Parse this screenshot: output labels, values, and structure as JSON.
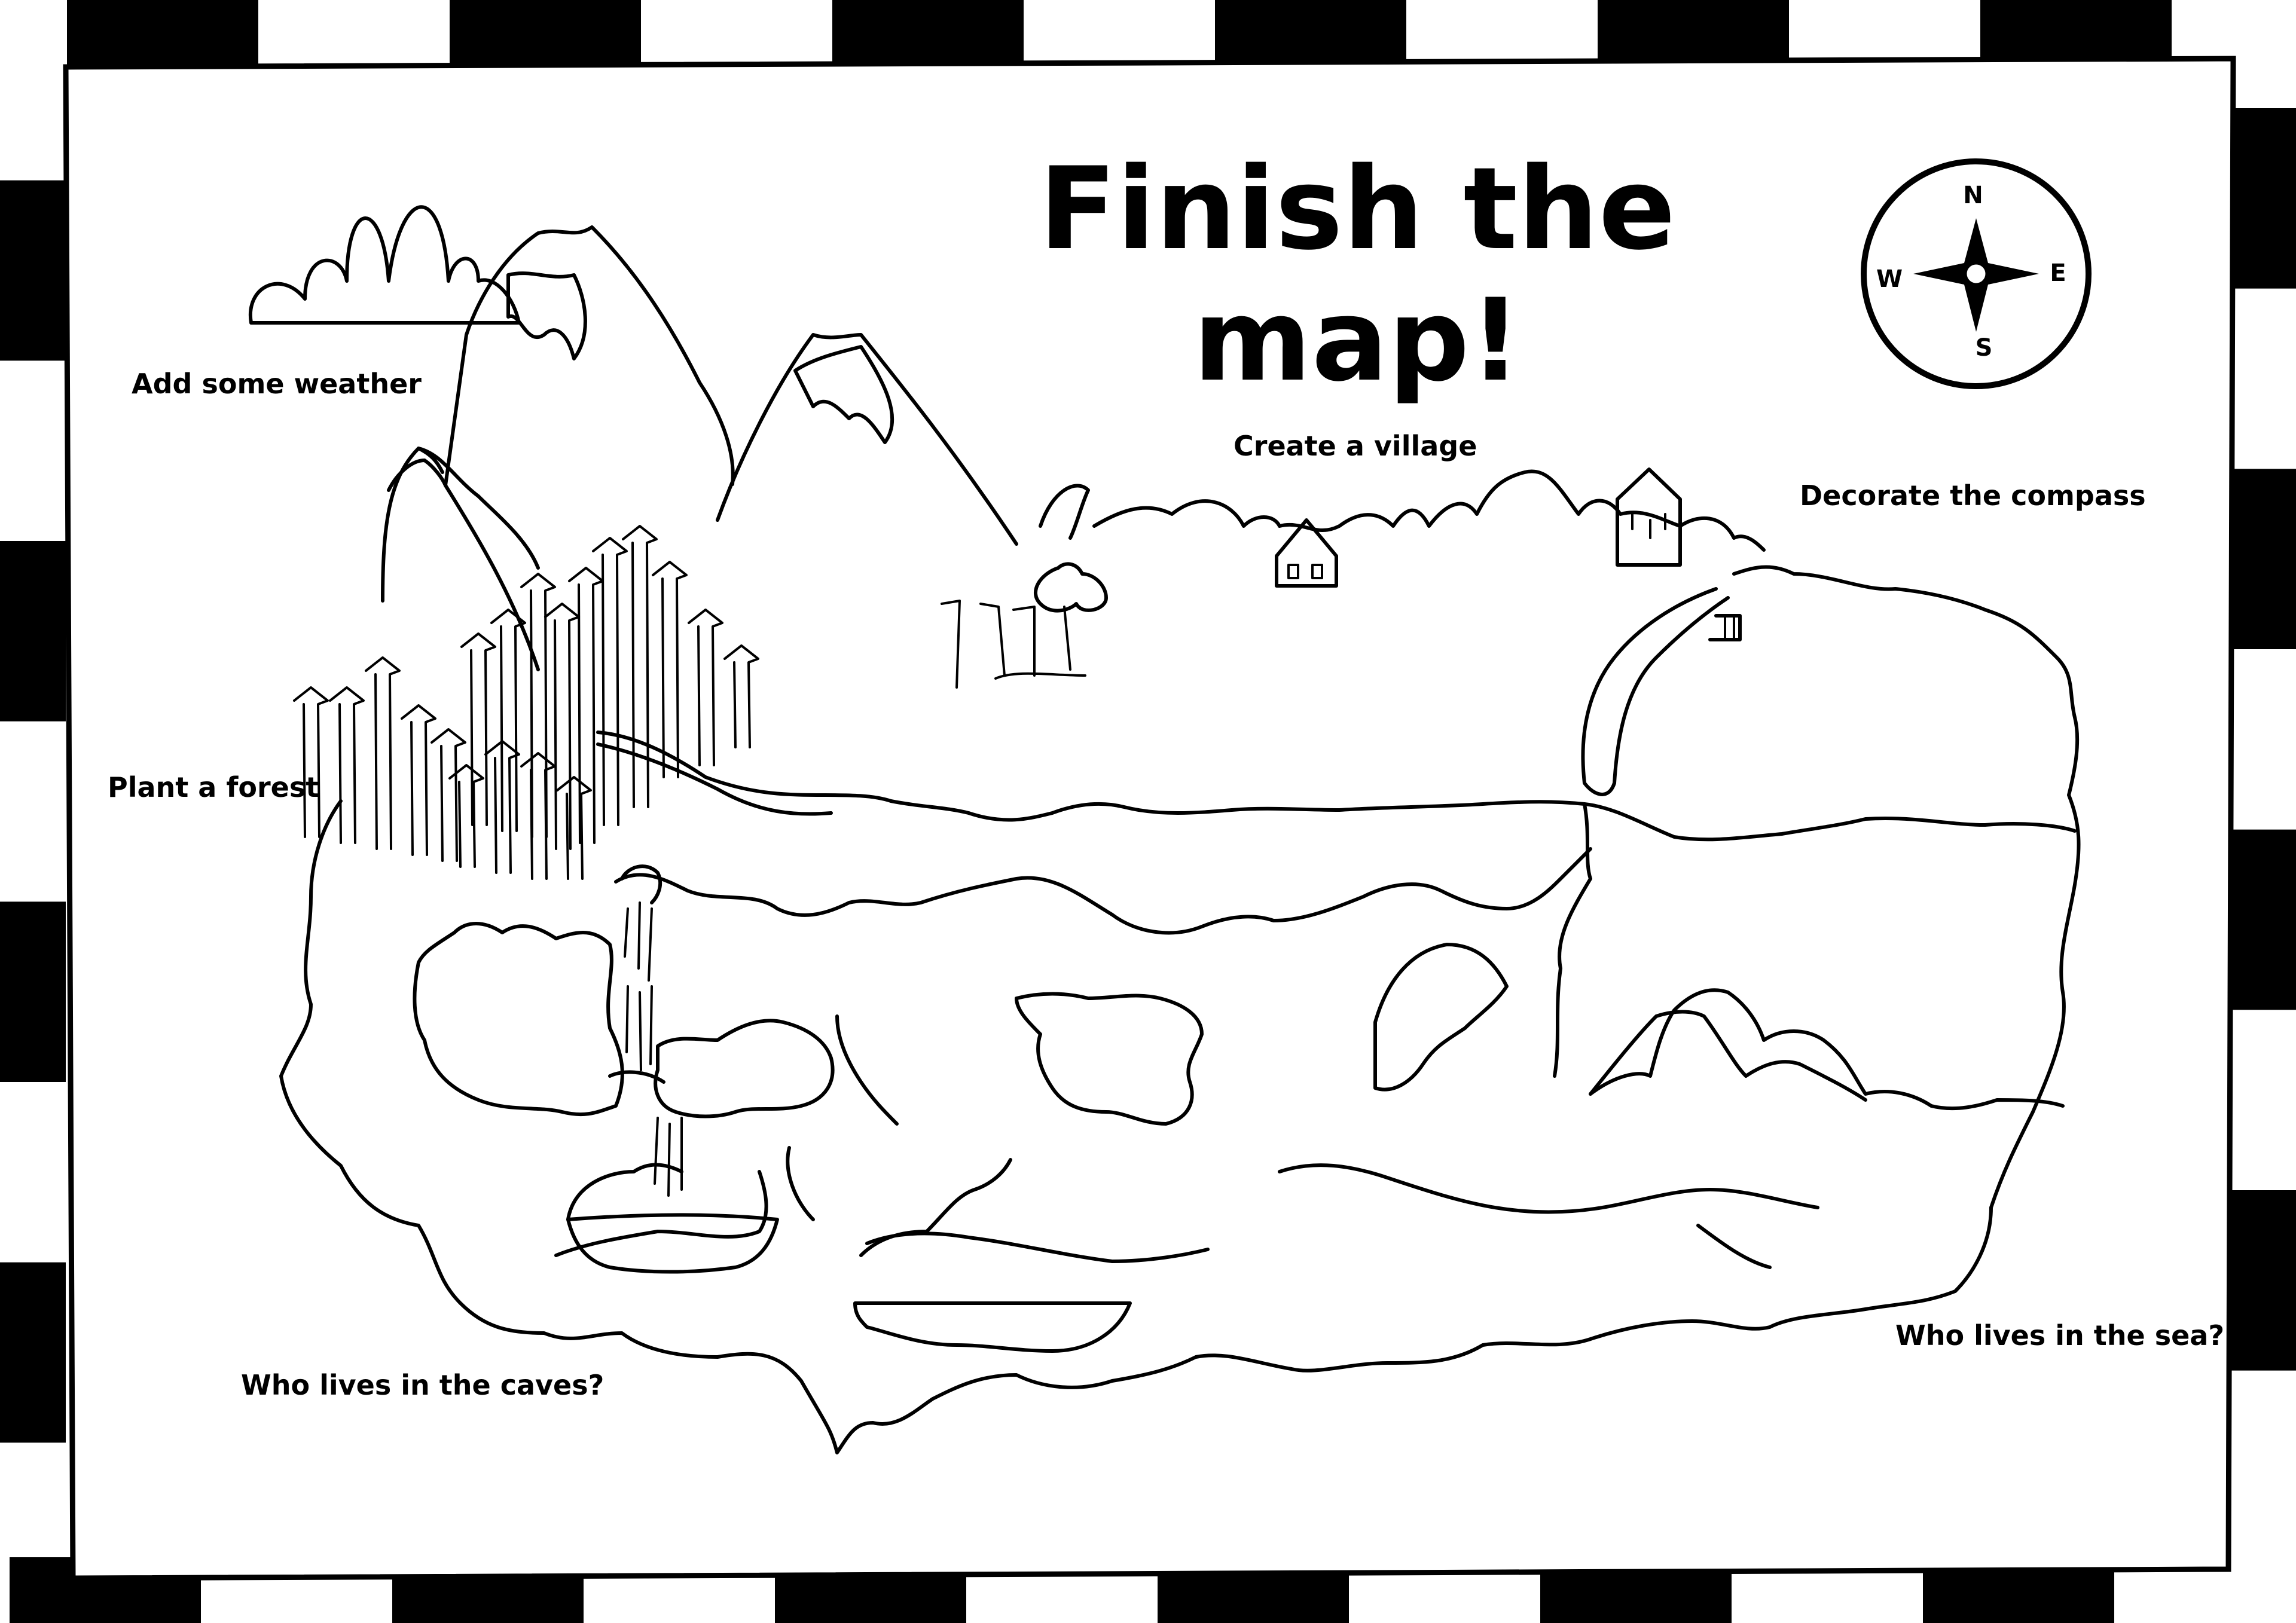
{
  "title": {
    "line1": "Finish the",
    "line2": "map!"
  },
  "prompts": {
    "weather": "Add some weather",
    "village": "Create a village",
    "compass": "Decorate the compass",
    "forest": "Plant a forest",
    "caves": "Who lives in the caves?",
    "sea": "Who lives in the sea?"
  },
  "compass": {
    "n": "N",
    "e": "E",
    "s": "S",
    "w": "W"
  },
  "colors": {
    "ink": "#000000",
    "paper": "#ffffff"
  }
}
